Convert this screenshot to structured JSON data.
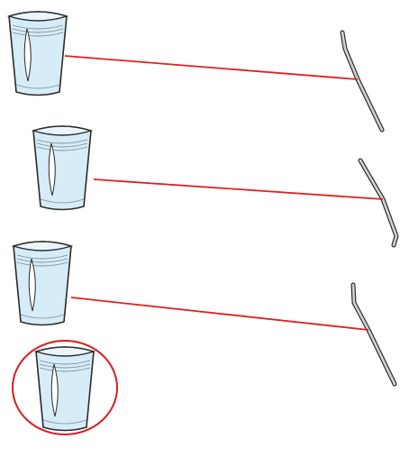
{
  "colors": {
    "connector": "#e02020",
    "highlight": "#d81c1c",
    "cup_fill": "#d6ecf7",
    "cup_rim": "#eaf6fc",
    "cup_outline": "#2b2b2b",
    "rod_fill": "#d2d2d2",
    "rod_outline": "#2b2b2b",
    "slip": "#ffffff"
  },
  "items": [
    {
      "name": "cup-1",
      "type": "cup",
      "icon": "cup-icon"
    },
    {
      "name": "cup-2",
      "type": "cup",
      "icon": "cup-icon"
    },
    {
      "name": "cup-3",
      "type": "cup",
      "icon": "cup-icon"
    },
    {
      "name": "cup-4",
      "type": "cup",
      "icon": "cup-icon",
      "highlighted": true
    },
    {
      "name": "rod-1",
      "type": "rod",
      "icon": "bent-rod-icon"
    },
    {
      "name": "rod-2",
      "type": "rod",
      "icon": "bent-rod-icon"
    },
    {
      "name": "rod-3",
      "type": "rod",
      "icon": "bent-rod-icon"
    }
  ],
  "connections": [
    {
      "from": "cup-1",
      "to": "rod-1"
    },
    {
      "from": "cup-2",
      "to": "rod-2"
    },
    {
      "from": "cup-3",
      "to": "rod-3"
    }
  ]
}
